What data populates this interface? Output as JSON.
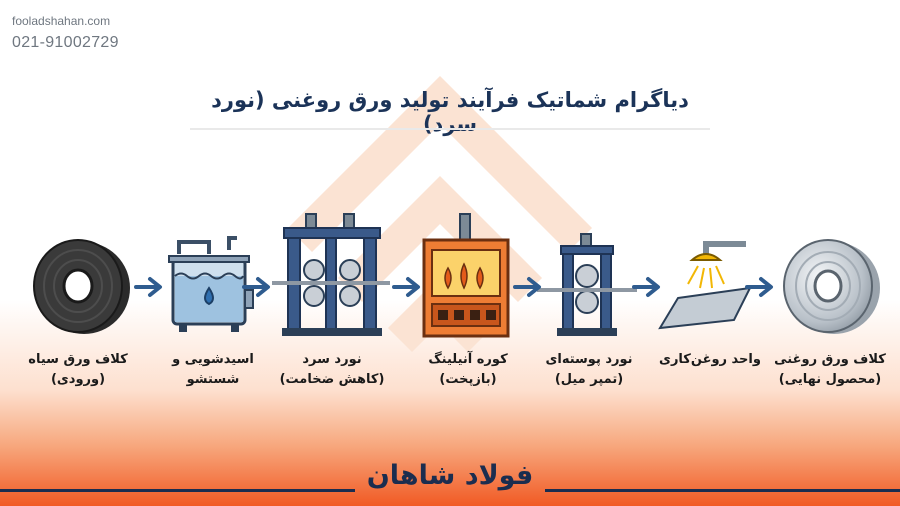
{
  "header": {
    "website": "fooladshahan.com",
    "phone": "021-91002729"
  },
  "diagram": {
    "title": "دیاگرام شماتیک فرآیند تولید ورق روغنی (نورد سرد)",
    "steps": [
      {
        "line1": "کلاف ورق سیاه",
        "line2": "(ورودی)",
        "icon": "black-coil-icon"
      },
      {
        "line1": "اسیدشویی و",
        "line2": "شستشو",
        "icon": "acid-tank-icon"
      },
      {
        "line1": "نورد سرد",
        "line2": "(کاهش ضخامت)",
        "icon": "cold-rolling-mill-icon"
      },
      {
        "line1": "کوره آنیلینگ",
        "line2": "(بازپخت)",
        "icon": "annealing-furnace-icon"
      },
      {
        "line1": "نورد پوسته‌ای",
        "line2": "(تمپر میل)",
        "icon": "temper-mill-icon"
      },
      {
        "line1": "واحد روغن‌کاری",
        "line2": "",
        "icon": "oiling-spray-icon"
      },
      {
        "line1": "کلاف ورق روغنی",
        "line2": "(محصول نهایی)",
        "icon": "oiled-coil-icon"
      }
    ]
  },
  "footer": {
    "brand": "فولاد شاهان"
  },
  "colors": {
    "navy": "#1b3358",
    "accent_orange": "#f15a24",
    "arrow": "#2f5c8f"
  }
}
